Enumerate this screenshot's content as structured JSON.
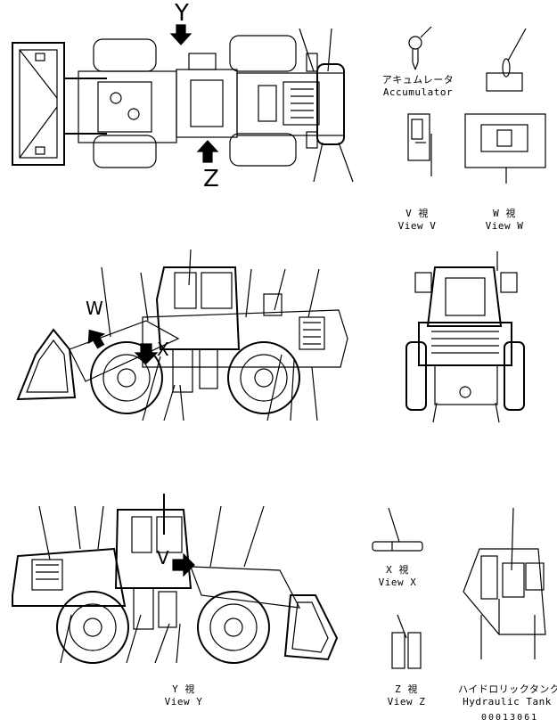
{
  "views": {
    "y_marker": "Y",
    "z_marker": "Z",
    "w_marker": "W",
    "x_marker": "X",
    "v_marker": "V"
  },
  "captions": {
    "accumulator_jp": "アキュムレータ",
    "accumulator_en": "Accumulator",
    "view_v_jp": "V  視",
    "view_v_en": "View V",
    "view_w_jp": "W  視",
    "view_w_en": "View W",
    "view_x_jp": "X  視",
    "view_x_en": "View X",
    "view_y_jp": "Y  視",
    "view_y_en": "View Y",
    "view_z_jp": "Z  視",
    "view_z_en": "View Z",
    "hydraulic_tank_jp": "ハイドロリックタンク",
    "hydraulic_tank_en": "Hydraulic Tank"
  },
  "drawing_code": "00013061"
}
